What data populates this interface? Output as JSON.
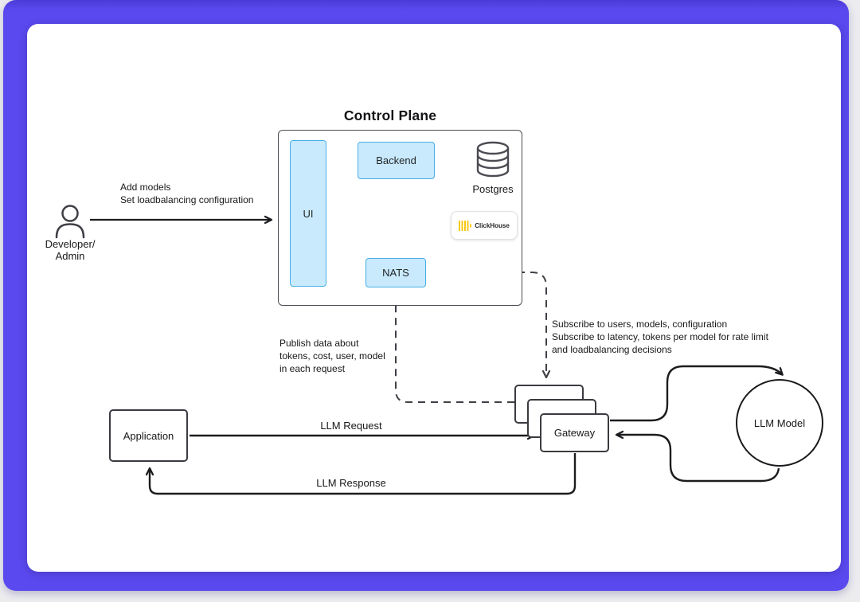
{
  "title": "Control Plane",
  "actor": {
    "line1": "Developer/",
    "line2": "Admin"
  },
  "control_plane": {
    "ui_label": "UI",
    "backend_label": "Backend",
    "postgres_label": "Postgres",
    "clickhouse_label": "ClickHouse",
    "nats_label": "NATS"
  },
  "nodes": {
    "application_label": "Application",
    "gateway_label": "Gateway",
    "llm_model_label": "LLM Model"
  },
  "labels": {
    "admin_arrow": {
      "line1": "Add models",
      "line2": "Set loadbalancing configuration"
    },
    "llm_request": "LLM Request",
    "llm_response": "LLM Response",
    "publish": {
      "line1": "Publish data about",
      "line2": "tokens, cost, user, model",
      "line3": "in each request"
    },
    "subscribe": {
      "line1": "Subscribe to users, models, configuration",
      "line2": "Subscribe to latency, tokens per model for rate limit",
      "line3": "and loadbalancing decisions"
    }
  },
  "colors": {
    "frame_purple": "#5a49ee",
    "node_blue_fill": "#c9e9fc",
    "node_blue_border": "#46aee8",
    "clickhouse_yellow": "#f6c915",
    "dark_stroke": "#1c1c1f",
    "gray_stroke": "#9ca3af"
  }
}
